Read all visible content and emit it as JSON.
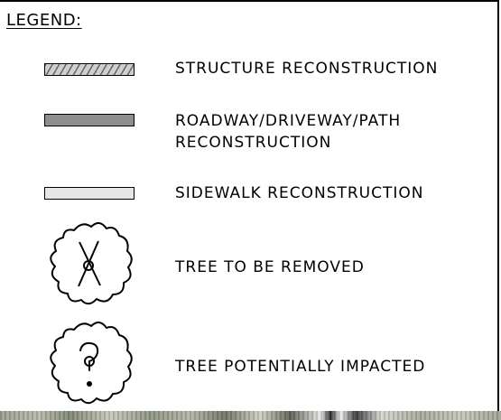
{
  "legend": {
    "heading": "LEGEND:",
    "items": [
      {
        "symbol": "hatched-rectangle-swatch",
        "color": "#cfcfcf",
        "lines": [
          "STRUCTURE RECONSTRUCTION"
        ]
      },
      {
        "symbol": "dark-gray-rectangle-swatch",
        "color": "#8e8e8e",
        "lines": [
          "ROADWAY/DRIVEWAY/PATH",
          "RECONSTRUCTION"
        ]
      },
      {
        "symbol": "light-gray-rectangle-swatch",
        "color": "#e6e6e6",
        "lines": [
          "SIDEWALK RECONSTRUCTION"
        ]
      },
      {
        "symbol": "tree-removed-icon",
        "lines": [
          "TREE TO BE REMOVED"
        ]
      },
      {
        "symbol": "tree-impacted-icon",
        "lines": [
          "TREE POTENTIALLY IMPACTED"
        ]
      }
    ]
  }
}
